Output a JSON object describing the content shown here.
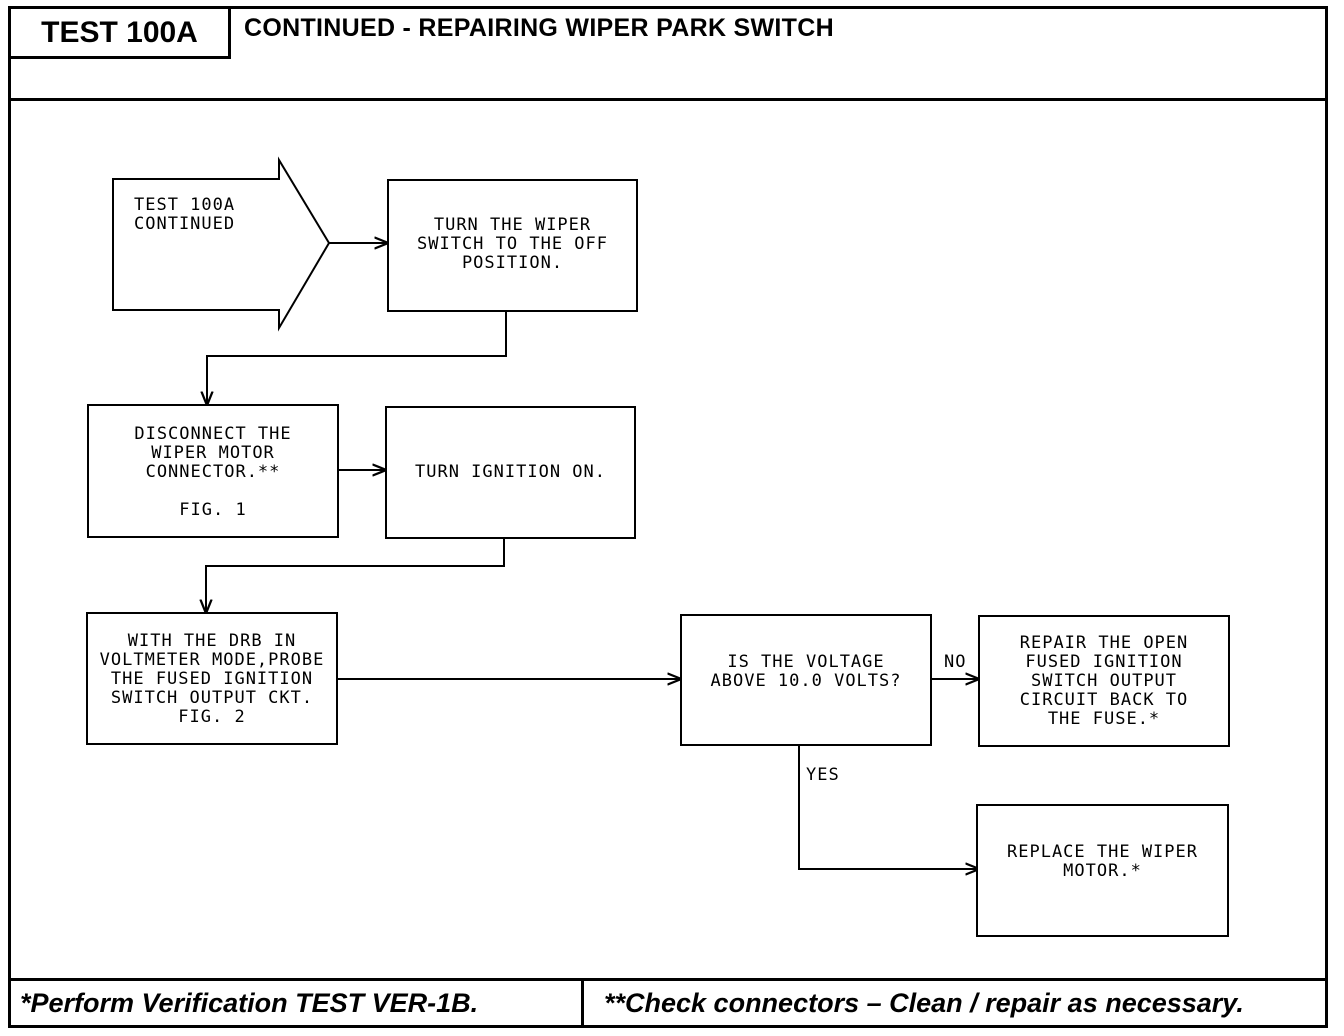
{
  "header": {
    "test_id": "TEST 100A",
    "title": "CONTINUED - REPAIRING WIPER PARK SWITCH"
  },
  "flow": {
    "start": "TEST 100A\nCONTINUED",
    "step1": "TURN THE WIPER\nSWITCH TO THE OFF\nPOSITION.",
    "step2": "DISCONNECT THE\nWIPER MOTOR\nCONNECTOR.**",
    "step2_fig": "FIG. 1",
    "step3": "TURN IGNITION ON.",
    "step4": "WITH THE DRB IN\nVOLTMETER MODE,PROBE\nTHE FUSED IGNITION\nSWITCH OUTPUT CKT.\nFIG. 2",
    "decision": "IS THE VOLTAGE\nABOVE 10.0 VOLTS?",
    "no_label": "NO",
    "yes_label": "YES",
    "no_action": "REPAIR THE OPEN\nFUSED IGNITION\nSWITCH OUTPUT\nCIRCUIT BACK TO\nTHE FUSE.*",
    "yes_action": "REPLACE THE WIPER\nMOTOR.*"
  },
  "footer": {
    "left_note": "*Perform Verification TEST VER-1B.",
    "right_note": "**Check connectors – Clean / repair as necessary."
  }
}
